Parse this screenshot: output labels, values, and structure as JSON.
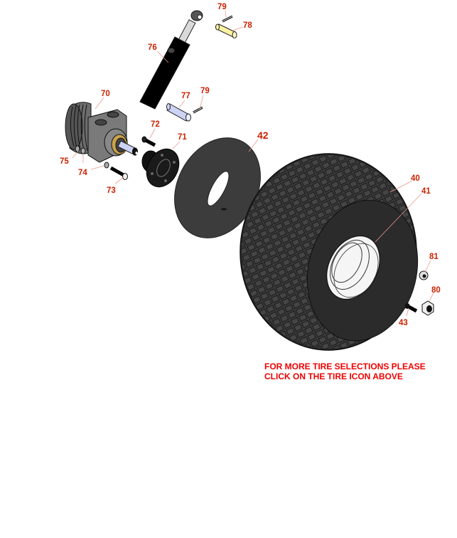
{
  "callouts": {
    "c79a": "79",
    "c78": "78",
    "c76": "76",
    "c70": "70",
    "c77": "77",
    "c79b": "79",
    "c72": "72",
    "c71": "71",
    "c42": "42",
    "c75": "75",
    "c74": "74",
    "c73": "73",
    "c40": "40",
    "c41": "41",
    "c81": "81",
    "c80": "80",
    "c43": "43"
  },
  "notice": {
    "line1": "FOR MORE TIRE SELECTIONS PLEASE",
    "line2": "CLICK ON THE TIRE ICON ABOVE"
  },
  "colors": {
    "callout_red": "#cc2200",
    "notice_red": "#ee0000",
    "tire_dark": "#2b2b2b",
    "pin_yellow": "#fbf3a4",
    "pin_lavender": "#cdd3f5"
  }
}
